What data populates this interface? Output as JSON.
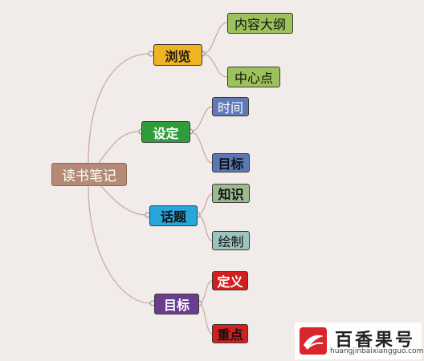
{
  "mindmap": {
    "root": "读书笔记",
    "branches": [
      {
        "label": "浏览",
        "children": [
          "内容大纲",
          "中心点"
        ]
      },
      {
        "label": "设定",
        "children": [
          "时间",
          "目标"
        ]
      },
      {
        "label": "话题",
        "children": [
          "知识",
          "绘制"
        ]
      },
      {
        "label": "目标",
        "children": [
          "定义",
          "重点"
        ]
      }
    ]
  },
  "colors": {
    "connector": "#c9a898",
    "root": "#b48a77",
    "branch_1": "#f0b323",
    "branch_2": "#2f9d3c",
    "branch_3": "#27a6dc",
    "branch_4": "#6a3d8f",
    "leaf_olive": "#9bc25b",
    "leaf_blue": "#5f78b8",
    "leaf_sage": "#9cb98f",
    "leaf_teal": "#9dc3bd",
    "leaf_red": "#d41f1f"
  },
  "watermark": {
    "title": "百香果号",
    "url": "huangjinbaixiangguo.com",
    "logo_icon": "red-ribbon-logo-icon"
  }
}
